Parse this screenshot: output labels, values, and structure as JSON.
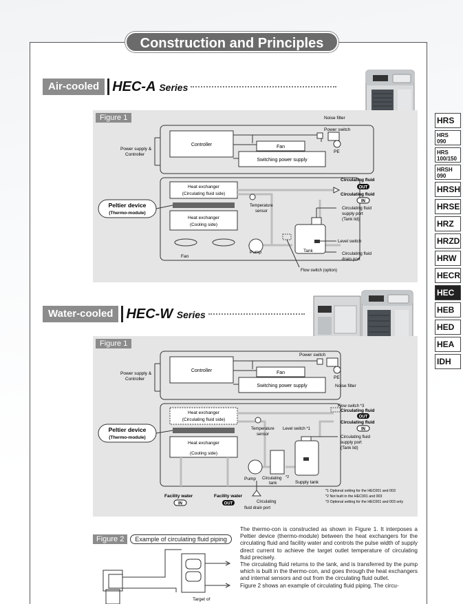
{
  "title": "Construction and Principles",
  "tabs": [
    {
      "label": "HRS",
      "size": "big"
    },
    {
      "label": "HRS 090",
      "size": "small"
    },
    {
      "label": "HRS 100/150",
      "size": "small"
    },
    {
      "label": "HRSH 090",
      "size": "small"
    },
    {
      "label": "HRSH",
      "size": "big"
    },
    {
      "label": "HRSE",
      "size": "big"
    },
    {
      "label": "HRZ",
      "size": "big"
    },
    {
      "label": "HRZD",
      "size": "big"
    },
    {
      "label": "HRW",
      "size": "big"
    },
    {
      "label": "HECR",
      "size": "big"
    },
    {
      "label": "HEC",
      "size": "big",
      "active": true
    },
    {
      "label": "HEB",
      "size": "big"
    },
    {
      "label": "HED",
      "size": "big"
    },
    {
      "label": "HEA",
      "size": "big"
    },
    {
      "label": "IDH",
      "size": "big"
    }
  ],
  "air_section": {
    "tag": "Air-cooled",
    "series_name": "HEC-A",
    "series_word": "Series",
    "figure_label": "Figure 1",
    "labels": {
      "noise_filter": "Noise filter",
      "power_switch": "Power switch",
      "pe": "PE",
      "power_supply": "Power supply &",
      "controller_side": "Controller",
      "controller": "Controller",
      "fan_box": "Fan",
      "switching_ps": "Switching power supply",
      "hx1_a": "Heat exchanger",
      "hx1_b": "(Circulating fluid side)",
      "hx2_a": "Heat exchanger",
      "hx2_b": "(Cooling side)",
      "temp_sensor_a": "Temperature",
      "temp_sensor_b": "sensor",
      "peltier": "Peltier device",
      "thermo": "(Thermo-module)",
      "fan": "Fan",
      "pump": "Pump",
      "tank": "Tank",
      "circ_fluid": "Circulating fluid",
      "out": "OUT",
      "in": "IN",
      "supply_a": "Circulating fluid",
      "supply_b": "supply port",
      "supply_c": "(Tank lid)",
      "level_switch": "Level switch",
      "drain_a": "Circulating fluid",
      "drain_b": "drain port",
      "flow_switch": "Flow switch (option)"
    }
  },
  "water_section": {
    "tag": "Water-cooled",
    "series_name": "HEC-W",
    "series_word": "Series",
    "figure_label": "Figure 1",
    "labels": {
      "power_switch": "Power switch",
      "pe": "PE",
      "noise_filter": "Noise filter",
      "power_supply": "Power supply &",
      "controller_side": "Controller",
      "controller": "Controller",
      "fan_box": "Fan",
      "switching_ps": "Switching power supply",
      "flow_switch": "Flow switch *3",
      "hx1_a": "Heat exchanger",
      "hx1_b": "(Circulating fluid side)",
      "hx2_a": "Heat exchanger",
      "hx2_b": "(Cooling side)",
      "temp_sensor_a": "Temperature",
      "temp_sensor_b": "sensor",
      "level_switch": "Level switch *1",
      "peltier": "Peltier device",
      "thermo": "(Thermo-module)",
      "circ_fluid": "Circulating fluid",
      "out": "OUT",
      "in": "IN",
      "supply_a": "Circulating fluid",
      "supply_b": "supply port",
      "supply_c": "(Tank lid)",
      "pump": "Pump",
      "circ_tank_a": "Circulating",
      "circ_tank_b": "tank",
      "star2": "*2",
      "supply_tank": "Supply tank",
      "facility_water_in": "Facility water",
      "facility_water_out": "Facility water",
      "drain_a": "Circulating",
      "drain_b": "fluid drain port",
      "note1": "*1 Optional setting for the HEC001 and 003",
      "note2": "*2 Not built in the HEC001 and 003",
      "note3": "*3 Optional setting for the HEC001 and 003 only"
    }
  },
  "figure2": {
    "label": "Figure 2",
    "caption": "Example of circulating fluid piping",
    "target": "Target of"
  },
  "body_paragraphs": [
    "The thermo-con is constructed as shown in Figure 1. It interposes a Peltier device (thermo-module) between the heat exchangers for the circulating fluid and facility water and controls the pulse width of supply direct current to achieve the target outlet temperature of circulating fluid precisely.",
    "The circulating fluid returns to the tank, and is transferred by the pump which is built in the thermo-con, and goes through the heat exchangers and internal sensors and out from the circulating fluid outlet.",
    "Figure 2 shows an example of circulating fluid piping. The circu-"
  ]
}
